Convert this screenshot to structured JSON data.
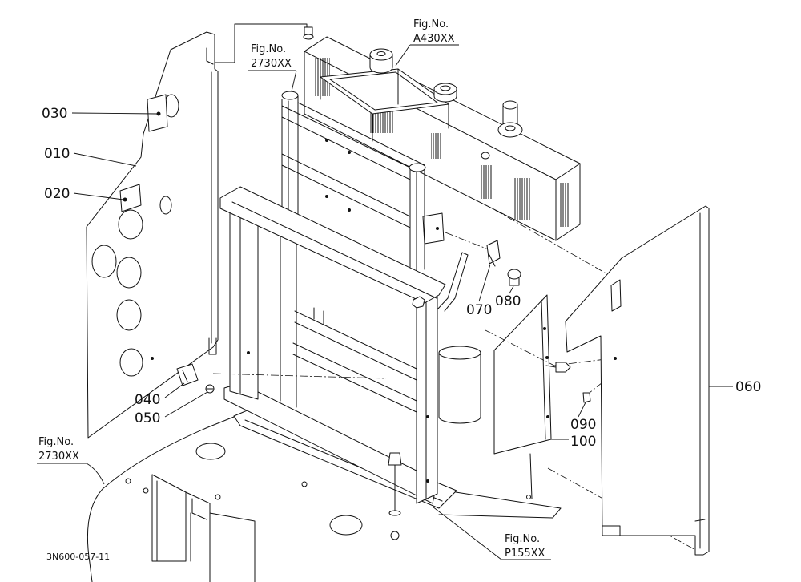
{
  "colors": {
    "ink": "#111111",
    "paper": "#ffffff"
  },
  "drawing": {
    "id": "3N600-057-11",
    "callouts": {
      "c010": "010",
      "c020": "020",
      "c030": "030",
      "c040": "040",
      "c050": "050",
      "c060": "060",
      "c070": "070",
      "c080": "080",
      "c090": "090",
      "c100": "100"
    },
    "figure_refs": {
      "top_right": {
        "prefix": "Fig.No.",
        "code": "A430XX"
      },
      "top_left": {
        "prefix": "Fig.No.",
        "code": "2730XX"
      },
      "bottom_left": {
        "prefix": "Fig.No.",
        "code": "2730XX"
      },
      "bottom_right": {
        "prefix": "Fig.No.",
        "code": "P155XX"
      }
    }
  }
}
